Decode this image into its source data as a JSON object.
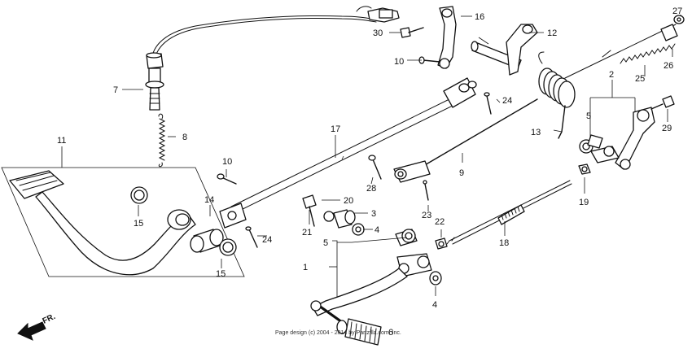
{
  "diagram": {
    "callouts": {
      "c1": "1",
      "c2": "2",
      "c3": "3",
      "c4a": "4",
      "c4b": "4",
      "c5a": "5",
      "c5b": "5",
      "c6": "6",
      "c7": "7",
      "c8": "8",
      "c9": "9",
      "c10a": "10",
      "c10b": "10",
      "c11": "11",
      "c12": "12",
      "c13": "13",
      "c14": "14",
      "c15a": "15",
      "c15b": "15",
      "c16": "16",
      "c17": "17",
      "c18": "18",
      "c19": "19",
      "c20": "20",
      "c21": "21",
      "c22": "22",
      "c23": "23",
      "c24a": "24",
      "c24b": "24",
      "c25": "25",
      "c26": "26",
      "c27": "27",
      "c28": "28",
      "c29": "29",
      "c30": "30"
    },
    "direction_label": "FR.",
    "copyright": "Page design (c) 2004 - 2014 by Partzilla.com, Inc."
  },
  "colors": {
    "ink": "#111111",
    "paper": "#ffffff"
  }
}
